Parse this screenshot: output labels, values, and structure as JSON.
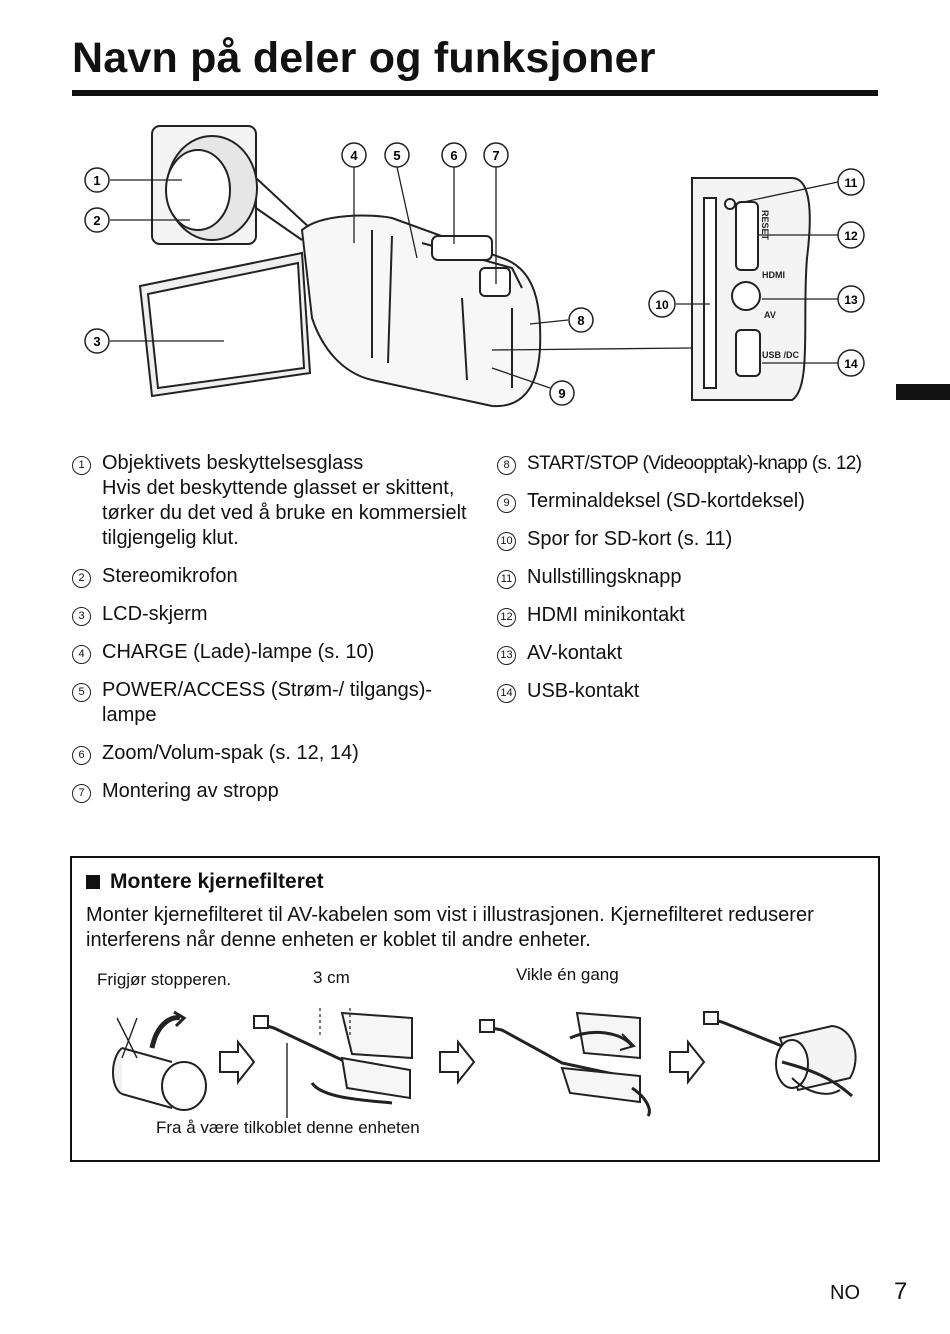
{
  "page": {
    "title": "Navn på deler og funksjoner",
    "lang": "NO",
    "page_number": "7"
  },
  "figure": {
    "callouts": [
      "1",
      "2",
      "3",
      "4",
      "5",
      "6",
      "7",
      "8",
      "9",
      "10",
      "11",
      "12",
      "13",
      "14"
    ],
    "panel_labels": [
      "RESET",
      "HDMI",
      "AV",
      "USB /DC"
    ]
  },
  "parts_left": [
    {
      "num": "1",
      "label": "Objektivets beskyttelsesglass",
      "note": "Hvis det beskyttende glasset er skittent, tørker du det ved å bruke en kommersielt tilgjengelig klut."
    },
    {
      "num": "2",
      "label": "Stereomikrofon",
      "note": ""
    },
    {
      "num": "3",
      "label": "LCD-skjerm",
      "note": ""
    },
    {
      "num": "4",
      "label": "CHARGE (Lade)-lampe (s. 10)",
      "note": ""
    },
    {
      "num": "5",
      "label": "POWER/ACCESS (Strøm-/ tilgangs)-lampe",
      "note": ""
    },
    {
      "num": "6",
      "label": "Zoom/Volum-spak (s. 12, 14)",
      "note": ""
    },
    {
      "num": "7",
      "label": "Montering av stropp",
      "note": ""
    }
  ],
  "parts_right": [
    {
      "num": "8",
      "label": "START/STOP (Videoopptak)-knapp (s. 12)"
    },
    {
      "num": "9",
      "label": "Terminaldeksel (SD-kortdeksel)"
    },
    {
      "num": "10",
      "label": "Spor for SD-kort (s. 11)"
    },
    {
      "num": "11",
      "label": "Nullstillingsknapp"
    },
    {
      "num": "12",
      "label": "HDMI minikontakt"
    },
    {
      "num": "13",
      "label": "AV-kontakt"
    },
    {
      "num": "14",
      "label": "USB-kontakt"
    }
  ],
  "core_filter": {
    "title": "Montere kjernefilteret",
    "body": "Monter kjernefilteret til AV-kabelen som vist i illustrasjonen. Kjernefilteret reduserer interferens når denne enheten er koblet til andre enheter.",
    "step1": "Frigjør stopperen.",
    "measure": "3 cm",
    "step3": "Vikle én gang",
    "cable_note": "Fra å være tilkoblet denne enheten"
  }
}
